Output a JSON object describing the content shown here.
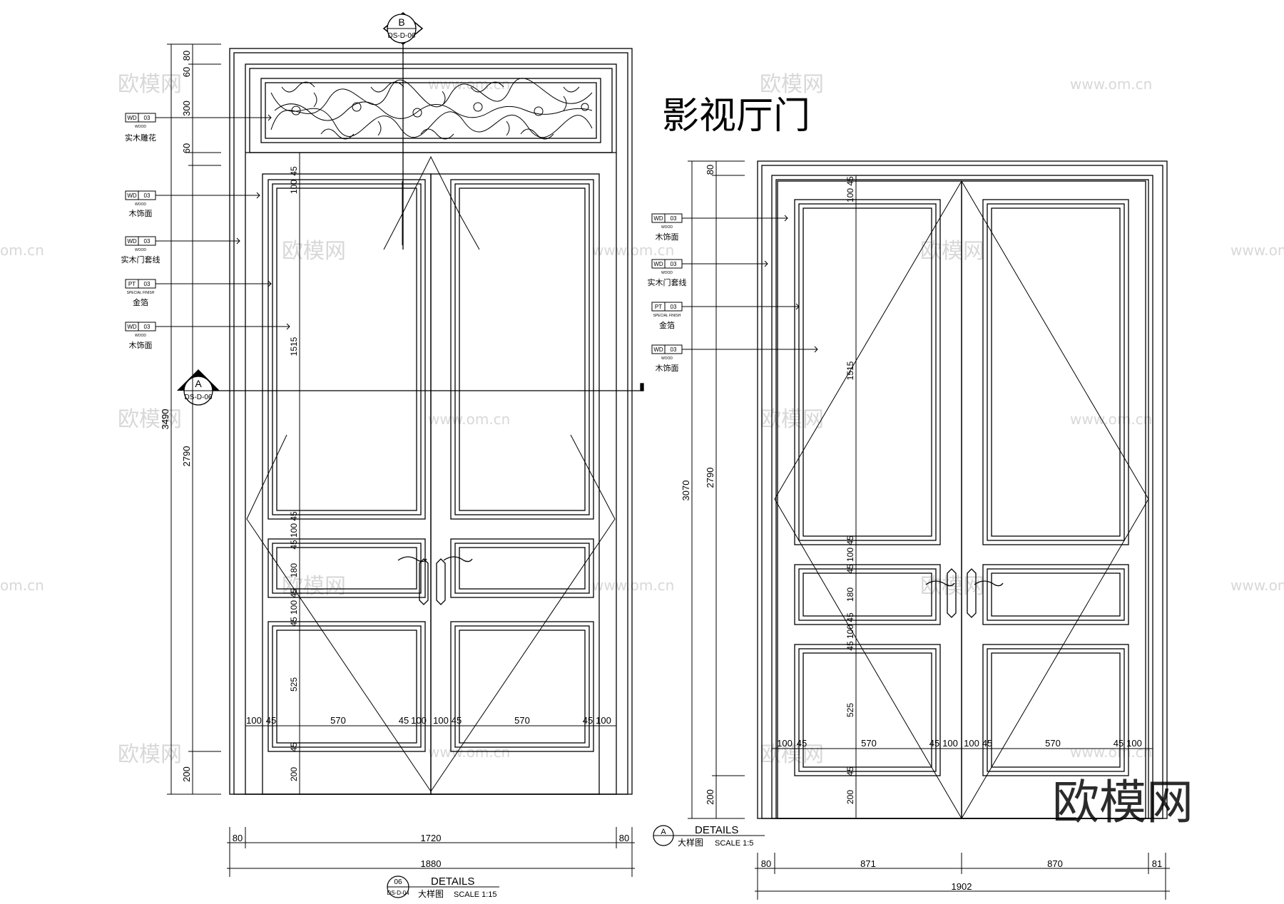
{
  "title": "影视厅门",
  "drawing_06": {
    "section_marks": {
      "B": {
        "letter": "B",
        "ref": "DS-D-06"
      },
      "A": {
        "letter": "A",
        "ref": "DS-D-06"
      }
    },
    "materials": [
      {
        "code": "WD",
        "num": "03",
        "sub": "WOOD",
        "label": "实木雕花"
      },
      {
        "code": "WD",
        "num": "03",
        "sub": "WOOD",
        "label": "木饰面"
      },
      {
        "code": "WD",
        "num": "03",
        "sub": "WOOD",
        "label": "实木门套线"
      },
      {
        "code": "PT",
        "num": "03",
        "sub": "SPECIAL FINISH",
        "label": "金箔"
      },
      {
        "code": "WD",
        "num": "03",
        "sub": "WOOD",
        "label": "木饰面"
      }
    ],
    "left_dims": {
      "d80": "80",
      "d60a": "60",
      "d300": "300",
      "d60b": "60",
      "total": "3490",
      "d2790": "2790",
      "d200": "200"
    },
    "inner_dims": {
      "d45a": "45",
      "d100a": "100",
      "d1515": "1515",
      "d45b": "45",
      "d100b": "100",
      "d45c": "45",
      "d180": "180",
      "d45d": "45",
      "d100c": "100",
      "d45e": "45",
      "d525": "525",
      "d45f": "45",
      "d200": "200"
    },
    "width_dims": [
      "100",
      "45",
      "570",
      "45",
      "100",
      "100",
      "45",
      "570",
      "45",
      "100"
    ],
    "bottom_dims": {
      "a80": "80",
      "w1720": "1720",
      "b80": "80",
      "w1880": "1880"
    },
    "caption": {
      "circle_top": "06",
      "circle_bottom": "DS-D-04",
      "heading": "DETAILS",
      "sub": "大样图",
      "scale": "SCALE 1:15"
    }
  },
  "drawing_A": {
    "materials": [
      {
        "code": "WD",
        "num": "03",
        "sub": "WOOD",
        "label": "木饰面"
      },
      {
        "code": "WD",
        "num": "03",
        "sub": "WOOD",
        "label": "实木门套线"
      },
      {
        "code": "PT",
        "num": "03",
        "sub": "SPECIAL FINISH",
        "label": "金箔"
      },
      {
        "code": "WD",
        "num": "03",
        "sub": "WOOD",
        "label": "木饰面"
      }
    ],
    "left_dims": {
      "d80": "80",
      "total": "3070",
      "d2790": "2790",
      "d200": "200"
    },
    "inner_dims": {
      "d45a": "45",
      "d100a": "100",
      "d1515": "1515",
      "d45b": "45",
      "d100b": "100",
      "d45c": "45",
      "d180": "180",
      "d45d": "45",
      "d100c": "100",
      "d45e": "45",
      "d525": "525",
      "d45f": "45",
      "d200": "200"
    },
    "width_dims": [
      "100",
      "45",
      "570",
      "45",
      "100",
      "100",
      "45",
      "570",
      "45",
      "100"
    ],
    "bottom_dims": {
      "a80": "80",
      "w871": "871",
      "w870": "870",
      "b81": "81",
      "w1902": "1902"
    },
    "caption": {
      "letter": "A",
      "heading": "DETAILS",
      "sub": "大样图",
      "scale": "SCALE 1:5"
    }
  },
  "watermarks": {
    "logo": "欧模网",
    "url": "www.om.cn",
    "url_short": "om.cn",
    "brand": "欧模网"
  }
}
